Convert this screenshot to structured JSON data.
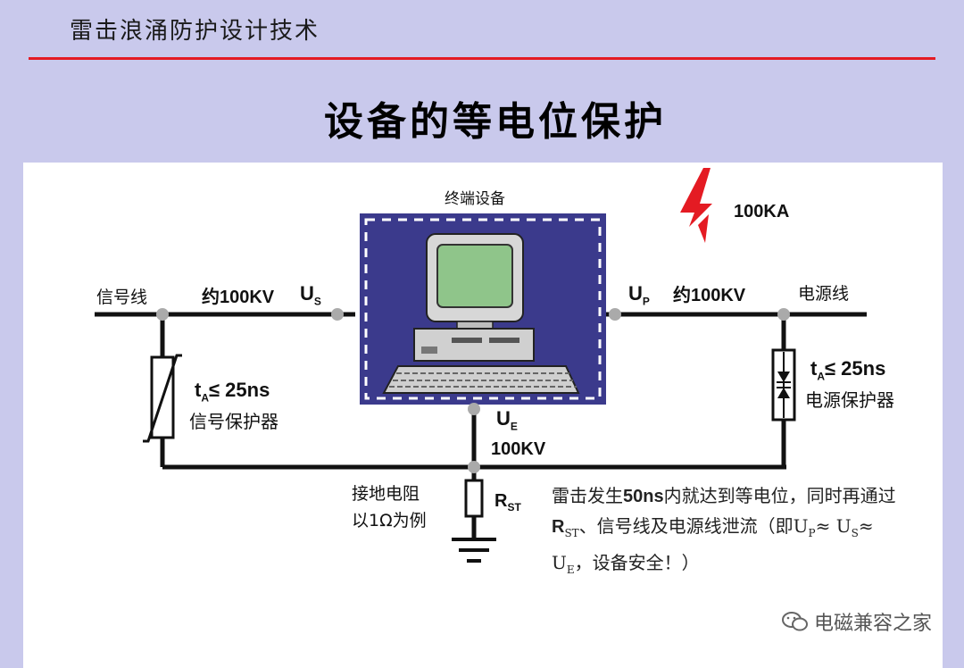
{
  "header": {
    "title": "雷击浪涌防护设计技术"
  },
  "slide": {
    "title": "设备的等电位保护"
  },
  "diagram": {
    "device_label": "终端设备",
    "lightning_current": "100KA",
    "signal_line_label": "信号线",
    "signal_voltage": "约100KV",
    "us_label": "U",
    "us_sub": "S",
    "up_label": "U",
    "up_sub": "P",
    "power_voltage": "约100KV",
    "power_line_label": "电源线",
    "ta_left": "t",
    "ta_left_sub": "A",
    "ta_left_rest": "≤ 25ns",
    "signal_protector": "信号保护器",
    "ta_right": "t",
    "ta_right_sub": "A",
    "ta_right_rest": "≤ 25ns",
    "power_protector": "电源保护器",
    "ue_label": "U",
    "ue_sub": "E",
    "ue_voltage": "100KV",
    "ground_resistor_line1": "接地电阻",
    "ground_resistor_line2": "以1Ω为例",
    "rst_label": "R",
    "rst_sub": "ST"
  },
  "note": {
    "part1": "雷击发生",
    "bold1": "50ns",
    "part2": "内就达到等电位，同时再通过",
    "bold2": "R",
    "bold2_sub": "ST",
    "part3": "、信号线及电源线泄流（即U",
    "sub_p": "P",
    "part4": "≈ U",
    "sub_s": "S",
    "part5": "≈ U",
    "sub_e": "E",
    "part6": "，设备安全！）"
  },
  "watermark": {
    "text": "电磁兼容之家"
  },
  "colors": {
    "background": "#c9c9ec",
    "rule": "#e41b23",
    "device_box": "#3b3a8c",
    "lightning": "#e41b23"
  }
}
